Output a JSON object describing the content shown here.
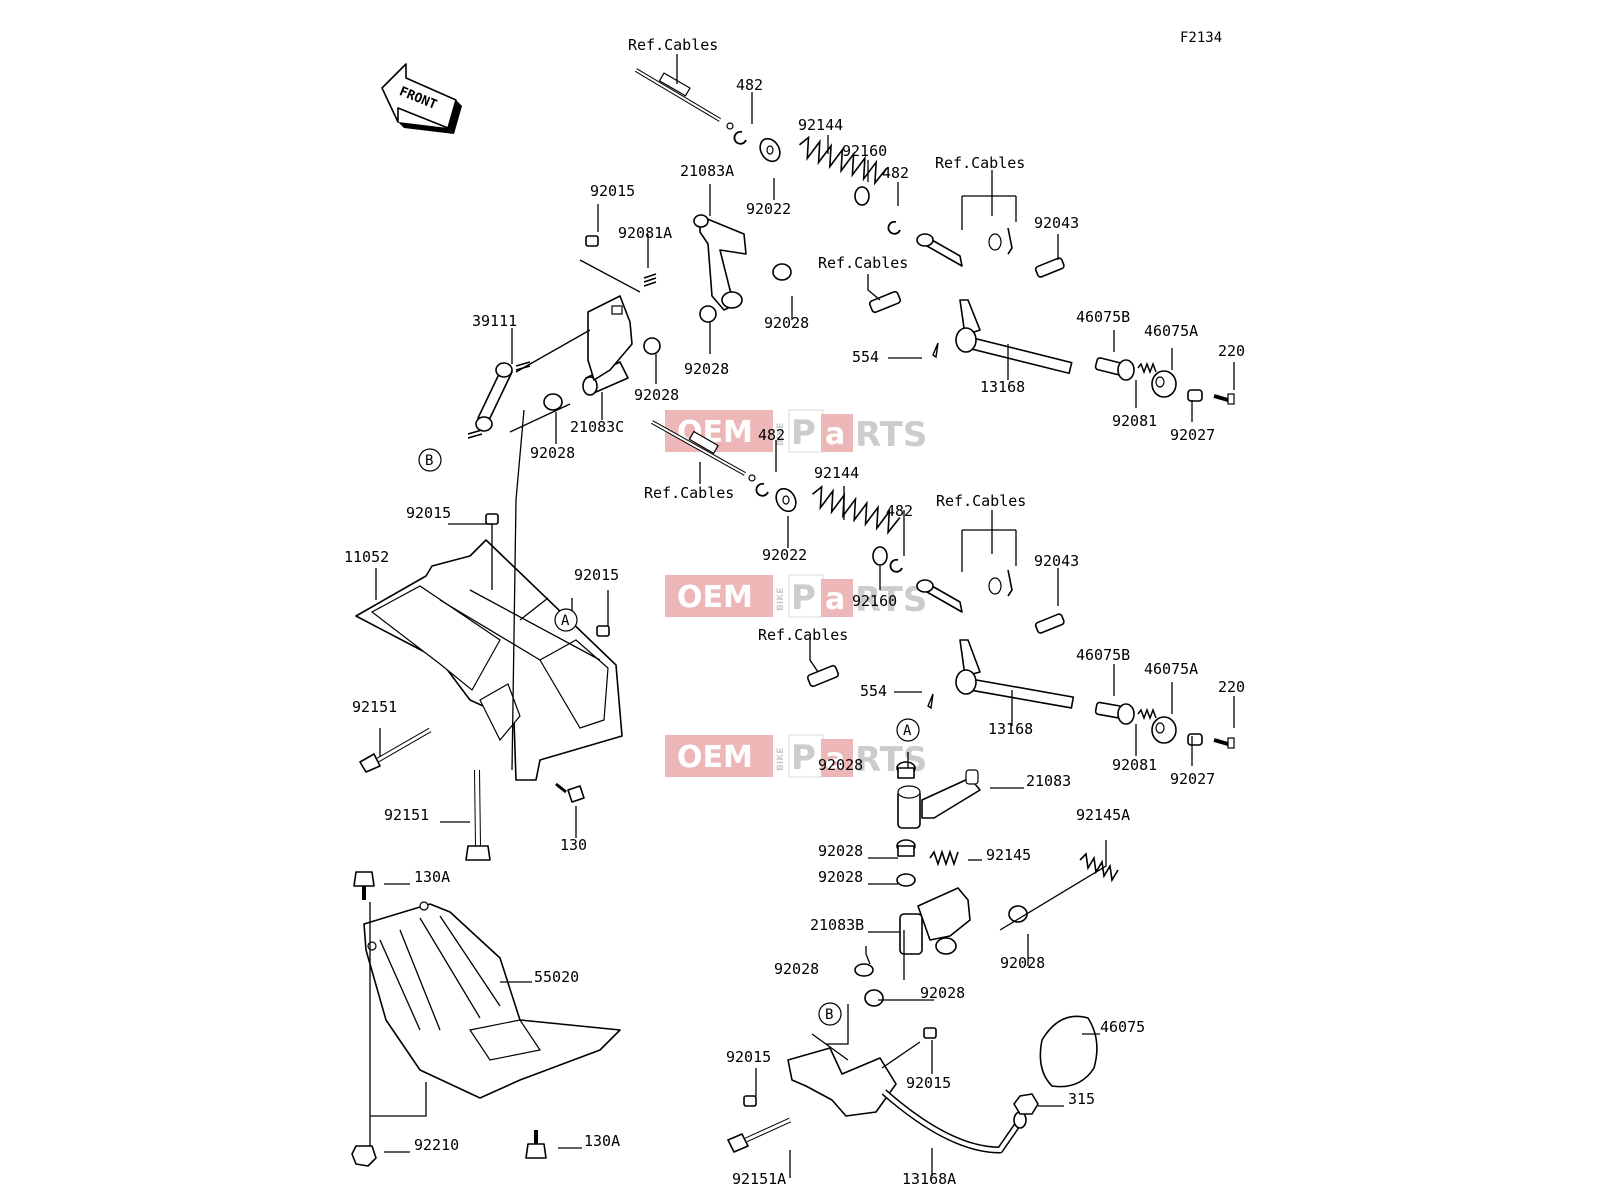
{
  "diagram_code": "F2134",
  "front_label": "FRONT",
  "ref_label": "Ref.Cables",
  "watermark": {
    "a": "OEM",
    "b": "BIKE",
    "c": "P",
    "d": "a",
    "e": "RTS"
  },
  "callouts": {
    "A": "A",
    "B": "B"
  },
  "parts": {
    "p482": "482",
    "p92144": "92144",
    "p92160": "92160",
    "p92022": "92022",
    "p21083A": "21083A",
    "p92015": "92015",
    "p92081A": "92081A",
    "p92043": "92043",
    "p39111": "39111",
    "p92028": "92028",
    "p46075B": "46075B",
    "p46075A": "46075A",
    "p220": "220",
    "p554": "554",
    "p13168": "13168",
    "p21083C": "21083C",
    "p92081": "92081",
    "p92027": "92027",
    "p11052": "11052",
    "p92151": "92151",
    "p130": "130",
    "p21083": "21083",
    "p92145A": "92145A",
    "p92145": "92145",
    "p130A": "130A",
    "p55020": "55020",
    "p21083B": "21083B",
    "p46075": "46075",
    "p315": "315",
    "p92210": "92210",
    "p92151A": "92151A",
    "p13168A": "13168A"
  },
  "colors": {
    "line": "#000000",
    "watermark_red": "#e03030",
    "watermark_gray": "#9a9a9a"
  }
}
